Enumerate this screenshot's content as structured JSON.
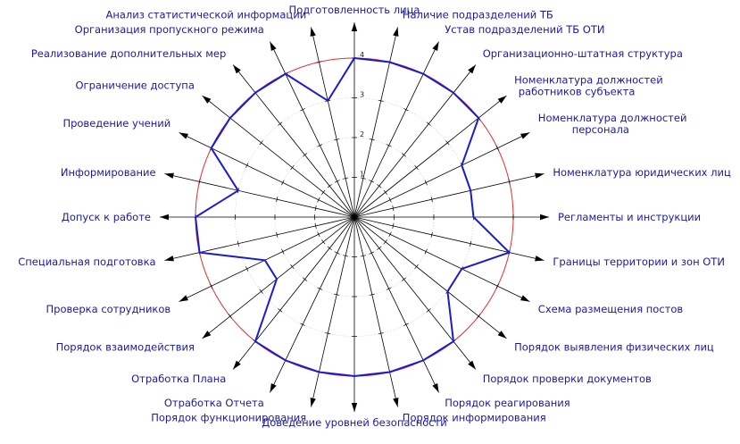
{
  "chart_data": {
    "type": "radar",
    "title": "",
    "rlim": [
      0,
      4
    ],
    "ticks": [
      "1",
      "2",
      "3",
      "4"
    ],
    "grid": true,
    "reference_level": 4,
    "colors": {
      "series": "#1a1ad0",
      "reference": "#e03030",
      "axis": "#000000",
      "label": "#1a1a9e"
    },
    "axes": [
      "Подготовленность лица",
      "Наличие подразделений ТБ",
      "Устав подразделений ТБ ОТИ",
      "Организационно-штатная структура",
      "Номенклатура должностей работников субъекта",
      "Номенклатура должностей персонала",
      "Номенклатура юридических лиц",
      "Регламенты и инструкции",
      "Границы территории и зон ОТИ",
      "Схема размещения постов",
      "Порядок выявления физических лиц",
      "Порядок проверки документов",
      "Порядок реагирования",
      "Порядок информирования",
      "Доведение уровней безопасности",
      "Порядок функционирования",
      "Отработка Отчета",
      "Отработка Плана",
      "Порядок взаимодействия",
      "Проверка сотрудников",
      "Специальная подготовка",
      "Допуск к работе",
      "Информирование",
      "Проведение учений",
      "Ограничение доступа",
      "Реализование дополнительных мер",
      "Организация пропускного режима",
      "Анализ статистической информации"
    ],
    "series": [
      {
        "values": [
          4,
          4,
          4,
          4,
          4,
          3,
          3,
          3,
          4,
          3,
          3,
          4,
          4,
          4,
          4,
          4,
          4,
          4,
          2.5,
          2.5,
          4,
          4,
          3,
          4,
          4,
          4,
          4,
          3
        ]
      }
    ]
  }
}
